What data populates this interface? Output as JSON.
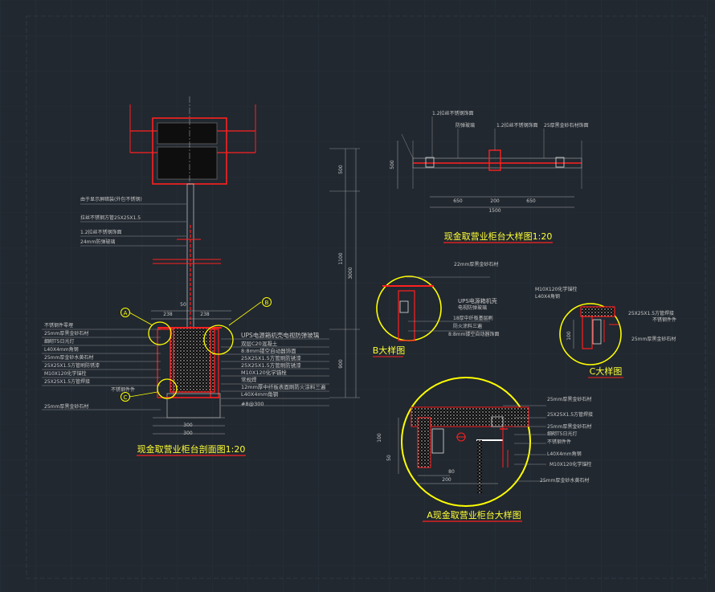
{
  "titles": {
    "section": "现金取营业柜台剖面图1:20",
    "large_top": "现金取营业柜台大样图1:20",
    "detail_a": "A现金取营业柜台大样图",
    "detail_b": "B大样图",
    "detail_c": "C大样图"
  },
  "callout_markers": [
    "A",
    "B",
    "C"
  ],
  "colors": {
    "background": "#212830",
    "linework": "#ff2020",
    "callout": "#ffff00",
    "grid": "#2c3440",
    "text": "#c8c8c8"
  },
  "section_labels_left": [
    "由于显示屏暗装(外包不锈钢)",
    "拉丝不锈钢方管25X25X1.5",
    "1.2拉丝不锈钢饰面",
    "24mm防弹玻璃",
    "不锈钢件零埋",
    "25mm厚黑金砂石材",
    "细砌T5日光灯",
    "L40X4mm角钢",
    "25mm厚金砂水黄石材",
    "25X25X1.5方管刷防锈漆",
    "M10X120化学锚栓",
    "25X25X1.5方管焊接",
    "不锈钢件件",
    "25mm厚黑金砂石材"
  ],
  "section_labels_right": [
    "UPS电源箱机壳电视防弹玻璃",
    "双层C20混凝土",
    "8:8mm镂空自动器饰面",
    "25X25X1.5方管刷防锈漆",
    "25X25X1.5方管刷防锈漆",
    "M10X120化学锚栓",
    "常规焊",
    "12mm厚中纤板表面刷防火涂料三遍",
    "L40X4mm角钢",
    "#8@300"
  ],
  "dims": {
    "section_h": [
      "500",
      "1100",
      "3000",
      "900"
    ],
    "section_w": [
      "238",
      "238",
      "50",
      "300",
      "300"
    ],
    "plan_top": [
      "650",
      "200",
      "650",
      "1500",
      "500"
    ],
    "detail_a": [
      "100",
      "80",
      "50",
      "200"
    ],
    "detail_c": [
      "100"
    ]
  },
  "plan_labels": [
    "1.2拉丝不锈钢饰面",
    "防弹玻璃",
    "1.2拉丝不锈钢饰面",
    "25厚黑金砂石材饰面"
  ],
  "detail_b_labels": [
    "22mm厚黑金砂石材",
    "UPS电源箱机壳",
    "电视防弹玻璃",
    "18厚中纤板基层刷",
    "防火涂料三遍",
    "8:8mm镂空自动器饰面"
  ],
  "detail_c_labels": [
    "M10X120化学锚栓",
    "L40X4角钢",
    "25X25X1.5方管焊接",
    "不锈钢件件",
    "25mm厚黑金砂石材"
  ],
  "detail_a_labels": [
    "25mm厚黑金砂石材",
    "25X25X1.5方管焊接",
    "25mm厚黑金砂石材",
    "细砌T5日光灯",
    "不锈钢件件",
    "L40X4mm角钢",
    "M10X120化学锚栓",
    "25mm厚金砂水黄石材"
  ]
}
